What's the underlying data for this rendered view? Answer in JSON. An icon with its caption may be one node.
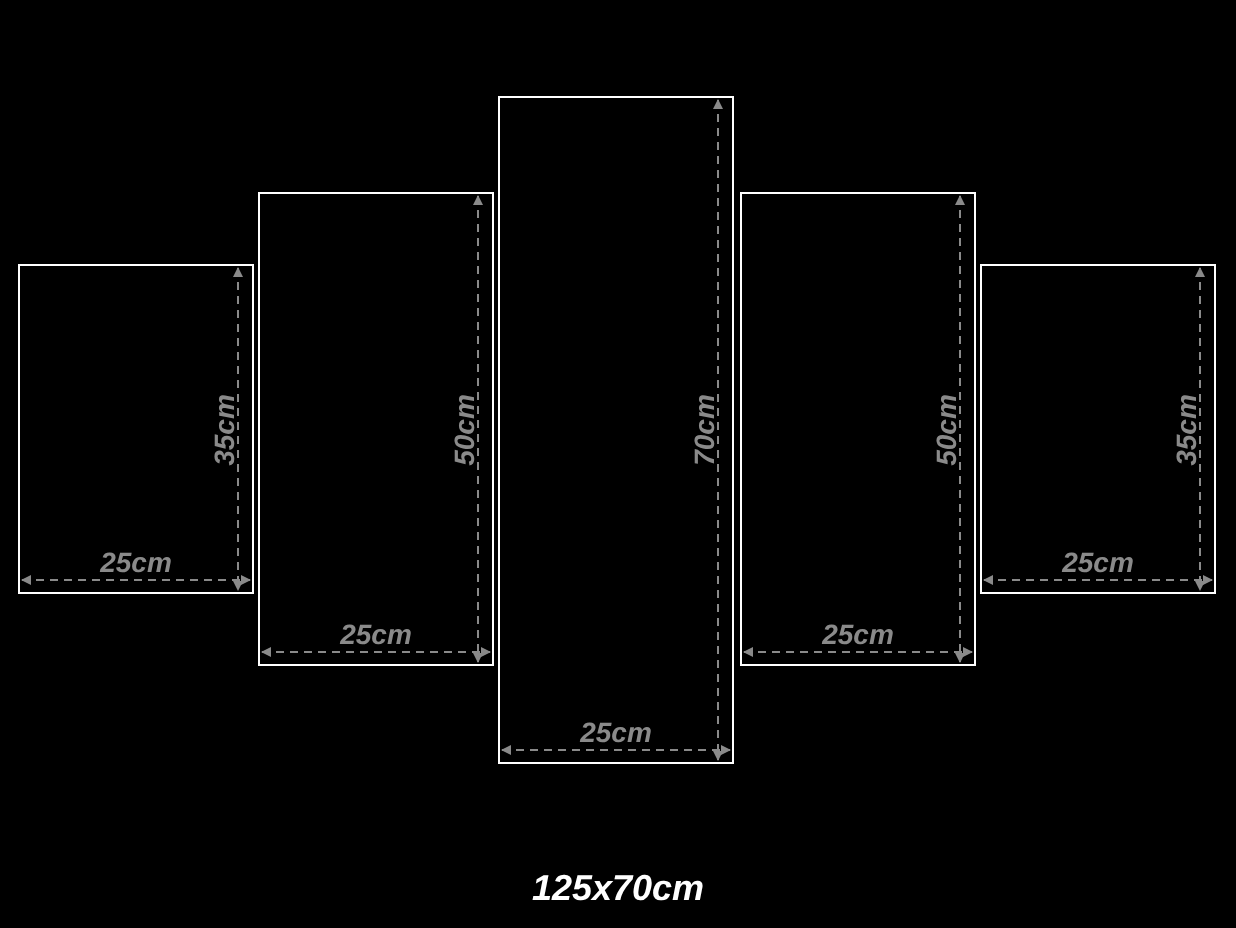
{
  "diagram": {
    "caption": "125x70cm",
    "nodes": [
      {
        "text": [],
        "shape": "box"
      },
      {
        "text": [],
        "shape": "box"
      },
      {
        "text": [],
        "shape": "box"
      },
      {
        "text": [],
        "shape": "box"
      },
      {
        "text": [],
        "shape": "box"
      }
    ],
    "labels": [
      "35cm",
      "25cm",
      "50cm",
      "25cm",
      "70cm",
      "25cm",
      "50cm",
      "25cm",
      "35cm",
      "25cm"
    ]
  }
}
